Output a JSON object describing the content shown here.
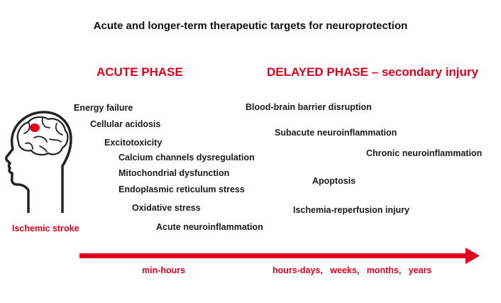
{
  "title": "Acute and longer-term therapeutic targets for neuroprotection",
  "colors": {
    "accent_red": "#e3001b",
    "text_dark": "#1a1a1a",
    "head_outline": "#222222"
  },
  "acute_phase": {
    "heading": "ACUTE PHASE",
    "items": [
      "Energy failure",
      "Cellular acidosis",
      "Excitotoxicity",
      "Calcium channels dysregulation",
      "Mitochondrial dysfunction",
      "Endoplasmic reticulum stress",
      "Oxidative stress",
      "Acute neuroinflammation"
    ]
  },
  "delayed_phase": {
    "heading": "DELAYED PHASE – secondary injury",
    "items": [
      "Blood-brain barrier disruption",
      "Subacute neuroinflammation",
      "Chronic neuroinflammation",
      "Apoptosis",
      "Ischemia-reperfusion injury"
    ]
  },
  "stroke_label": "Ischemic stroke",
  "head_icon": "head-with-brain-icon",
  "timeline": {
    "start_label": "min-hours",
    "end_label": "hours-days,   weeks,   months,   years"
  }
}
